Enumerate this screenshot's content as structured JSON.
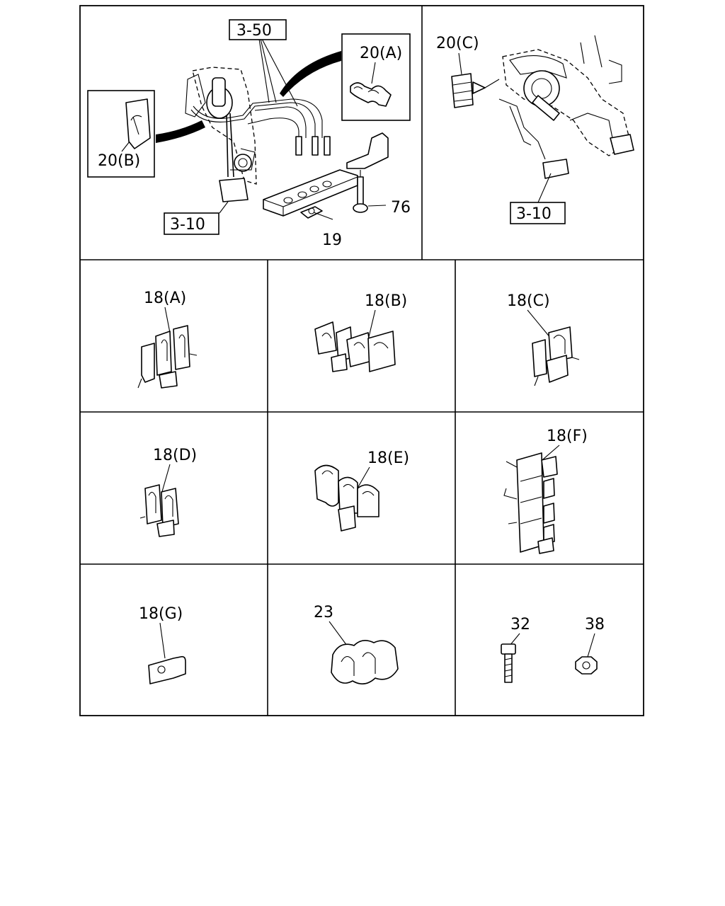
{
  "callouts": {
    "ref_3_50": "3-50",
    "ref_3_10_left": "3-10",
    "ref_3_10_right": "3-10",
    "part_20a": "20(A)",
    "part_20b": "20(B)",
    "part_20c": "20(C)",
    "part_76": "76",
    "part_19": "19",
    "part_18a": "18(A)",
    "part_18b": "18(B)",
    "part_18c": "18(C)",
    "part_18d": "18(D)",
    "part_18e": "18(E)",
    "part_18f": "18(F)",
    "part_18g": "18(G)",
    "part_23": "23",
    "part_32": "32",
    "part_38": "38"
  }
}
